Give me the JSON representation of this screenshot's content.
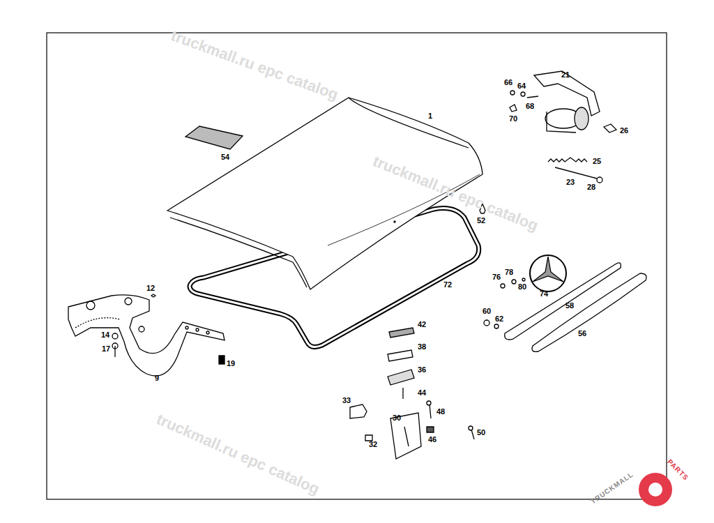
{
  "diagram": {
    "labels": [
      "1",
      "21",
      "66",
      "64",
      "68",
      "70",
      "26",
      "25",
      "23",
      "28",
      "54",
      "52",
      "72",
      "12",
      "9",
      "14",
      "17",
      "19",
      "76",
      "78",
      "80",
      "74",
      "60",
      "62",
      "58",
      "56",
      "42",
      "38",
      "36",
      "44",
      "33",
      "30",
      "48",
      "32",
      "46",
      "50",
      "truckmall.ru epc catalog",
      "truckmall.ru epc catalog",
      "truckmall.ru epc catalog",
      "TRUCKMALL",
      "PARTS"
    ]
  }
}
